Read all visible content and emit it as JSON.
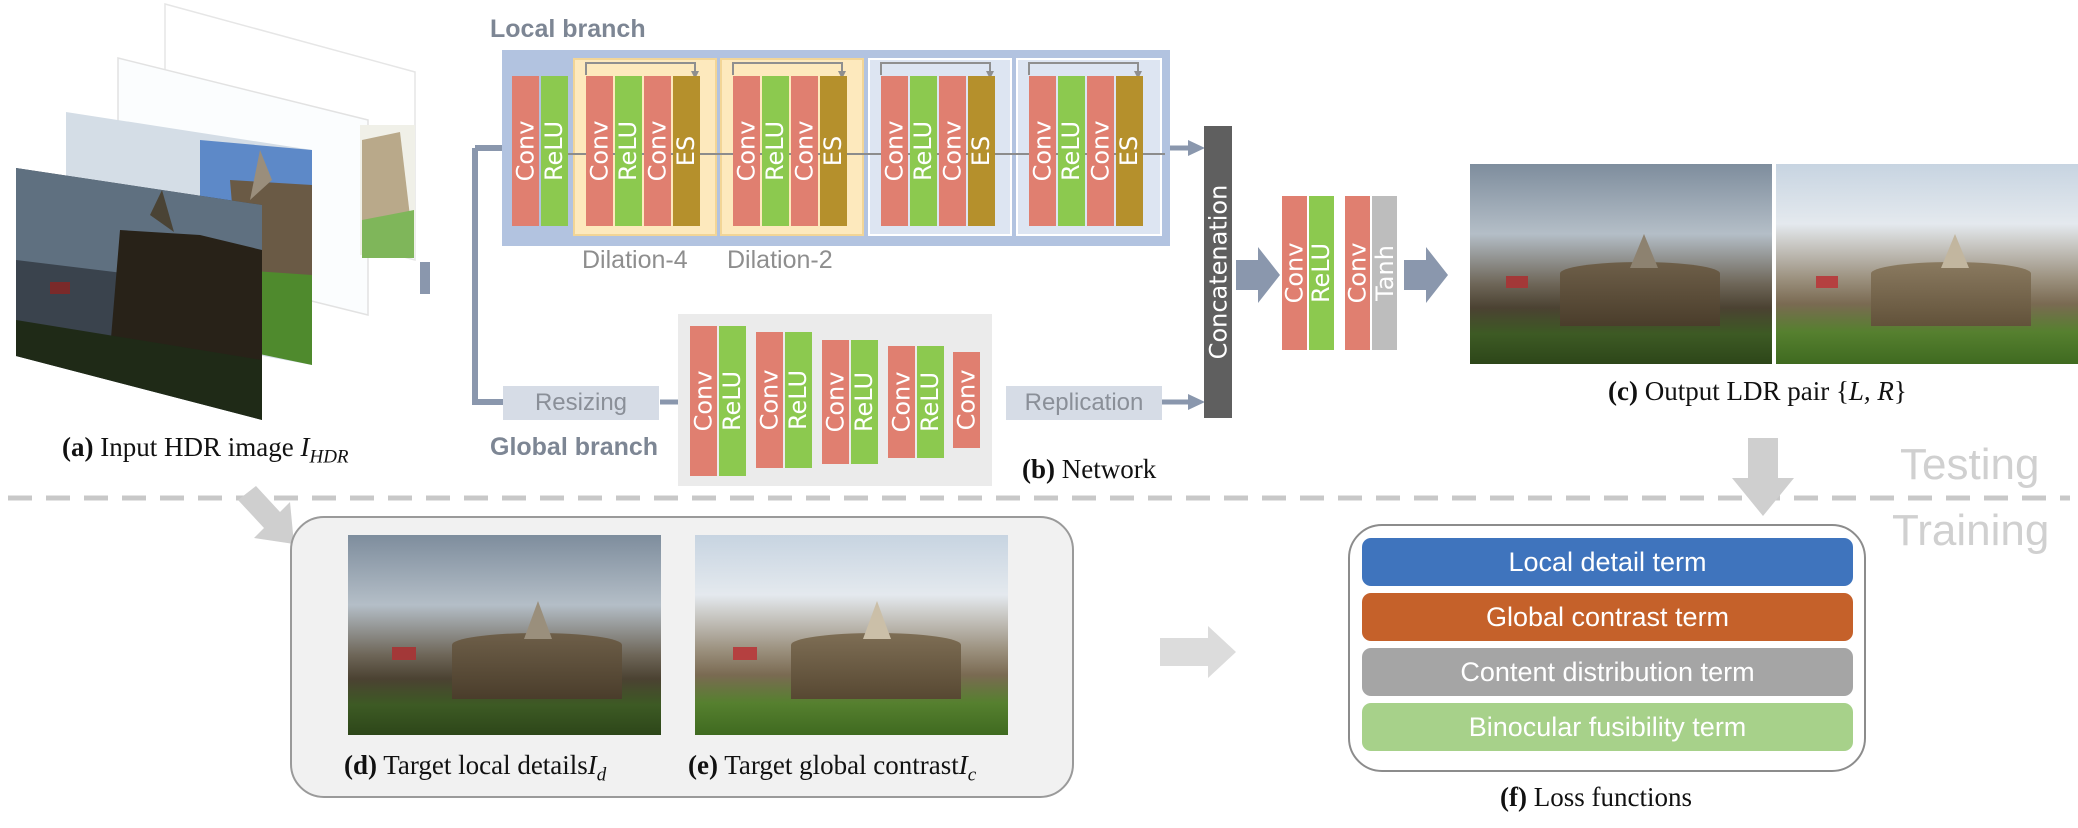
{
  "colors": {
    "conv": "#e07f70",
    "relu": "#8cc94f",
    "es": "#b5902c",
    "tanh": "#bdbdbd",
    "local_box": "#b2c3e0",
    "dilation_block": "#fde9bd",
    "loss_local": "#3f74bd",
    "loss_global": "#c5612a",
    "loss_content": "#a5a5a5",
    "loss_binocular": "#a7d18a"
  },
  "network": {
    "local_branch_title": "Local branch",
    "global_branch_title": "Global branch",
    "dilation_4": "Dilation-4",
    "dilation_2": "Dilation-2",
    "resizing": "Resizing",
    "replication": "Replication",
    "concatenation": "Concatenation",
    "layers": {
      "conv": "Conv",
      "relu": "ReLU",
      "es": "ES",
      "tanh": "Tanh"
    }
  },
  "captions": {
    "a": {
      "tag": "(a)",
      "text": "Input HDR image ",
      "math": "I",
      "sub": "HDR"
    },
    "b": {
      "tag": "(b)",
      "text": "Network"
    },
    "c": {
      "tag": "(c)",
      "text": "Output LDR pair {",
      "math": "L, R",
      "end": "}"
    },
    "d": {
      "tag": "(d)",
      "text": "Target local details",
      "math": "I",
      "sub": "d"
    },
    "e": {
      "tag": "(e)",
      "text": "Target global contrast",
      "math": "I",
      "sub": "c"
    },
    "f": {
      "tag": "(f)",
      "text": "Loss functions"
    }
  },
  "phases": {
    "testing": "Testing",
    "training": "Training"
  },
  "losses": [
    {
      "label": "Local detail term",
      "color": "#3f74bd"
    },
    {
      "label": "Global contrast term",
      "color": "#c5612a"
    },
    {
      "label": "Content distribution term",
      "color": "#a5a5a5"
    },
    {
      "label": "Binocular fusibility term",
      "color": "#a7d18a"
    }
  ]
}
